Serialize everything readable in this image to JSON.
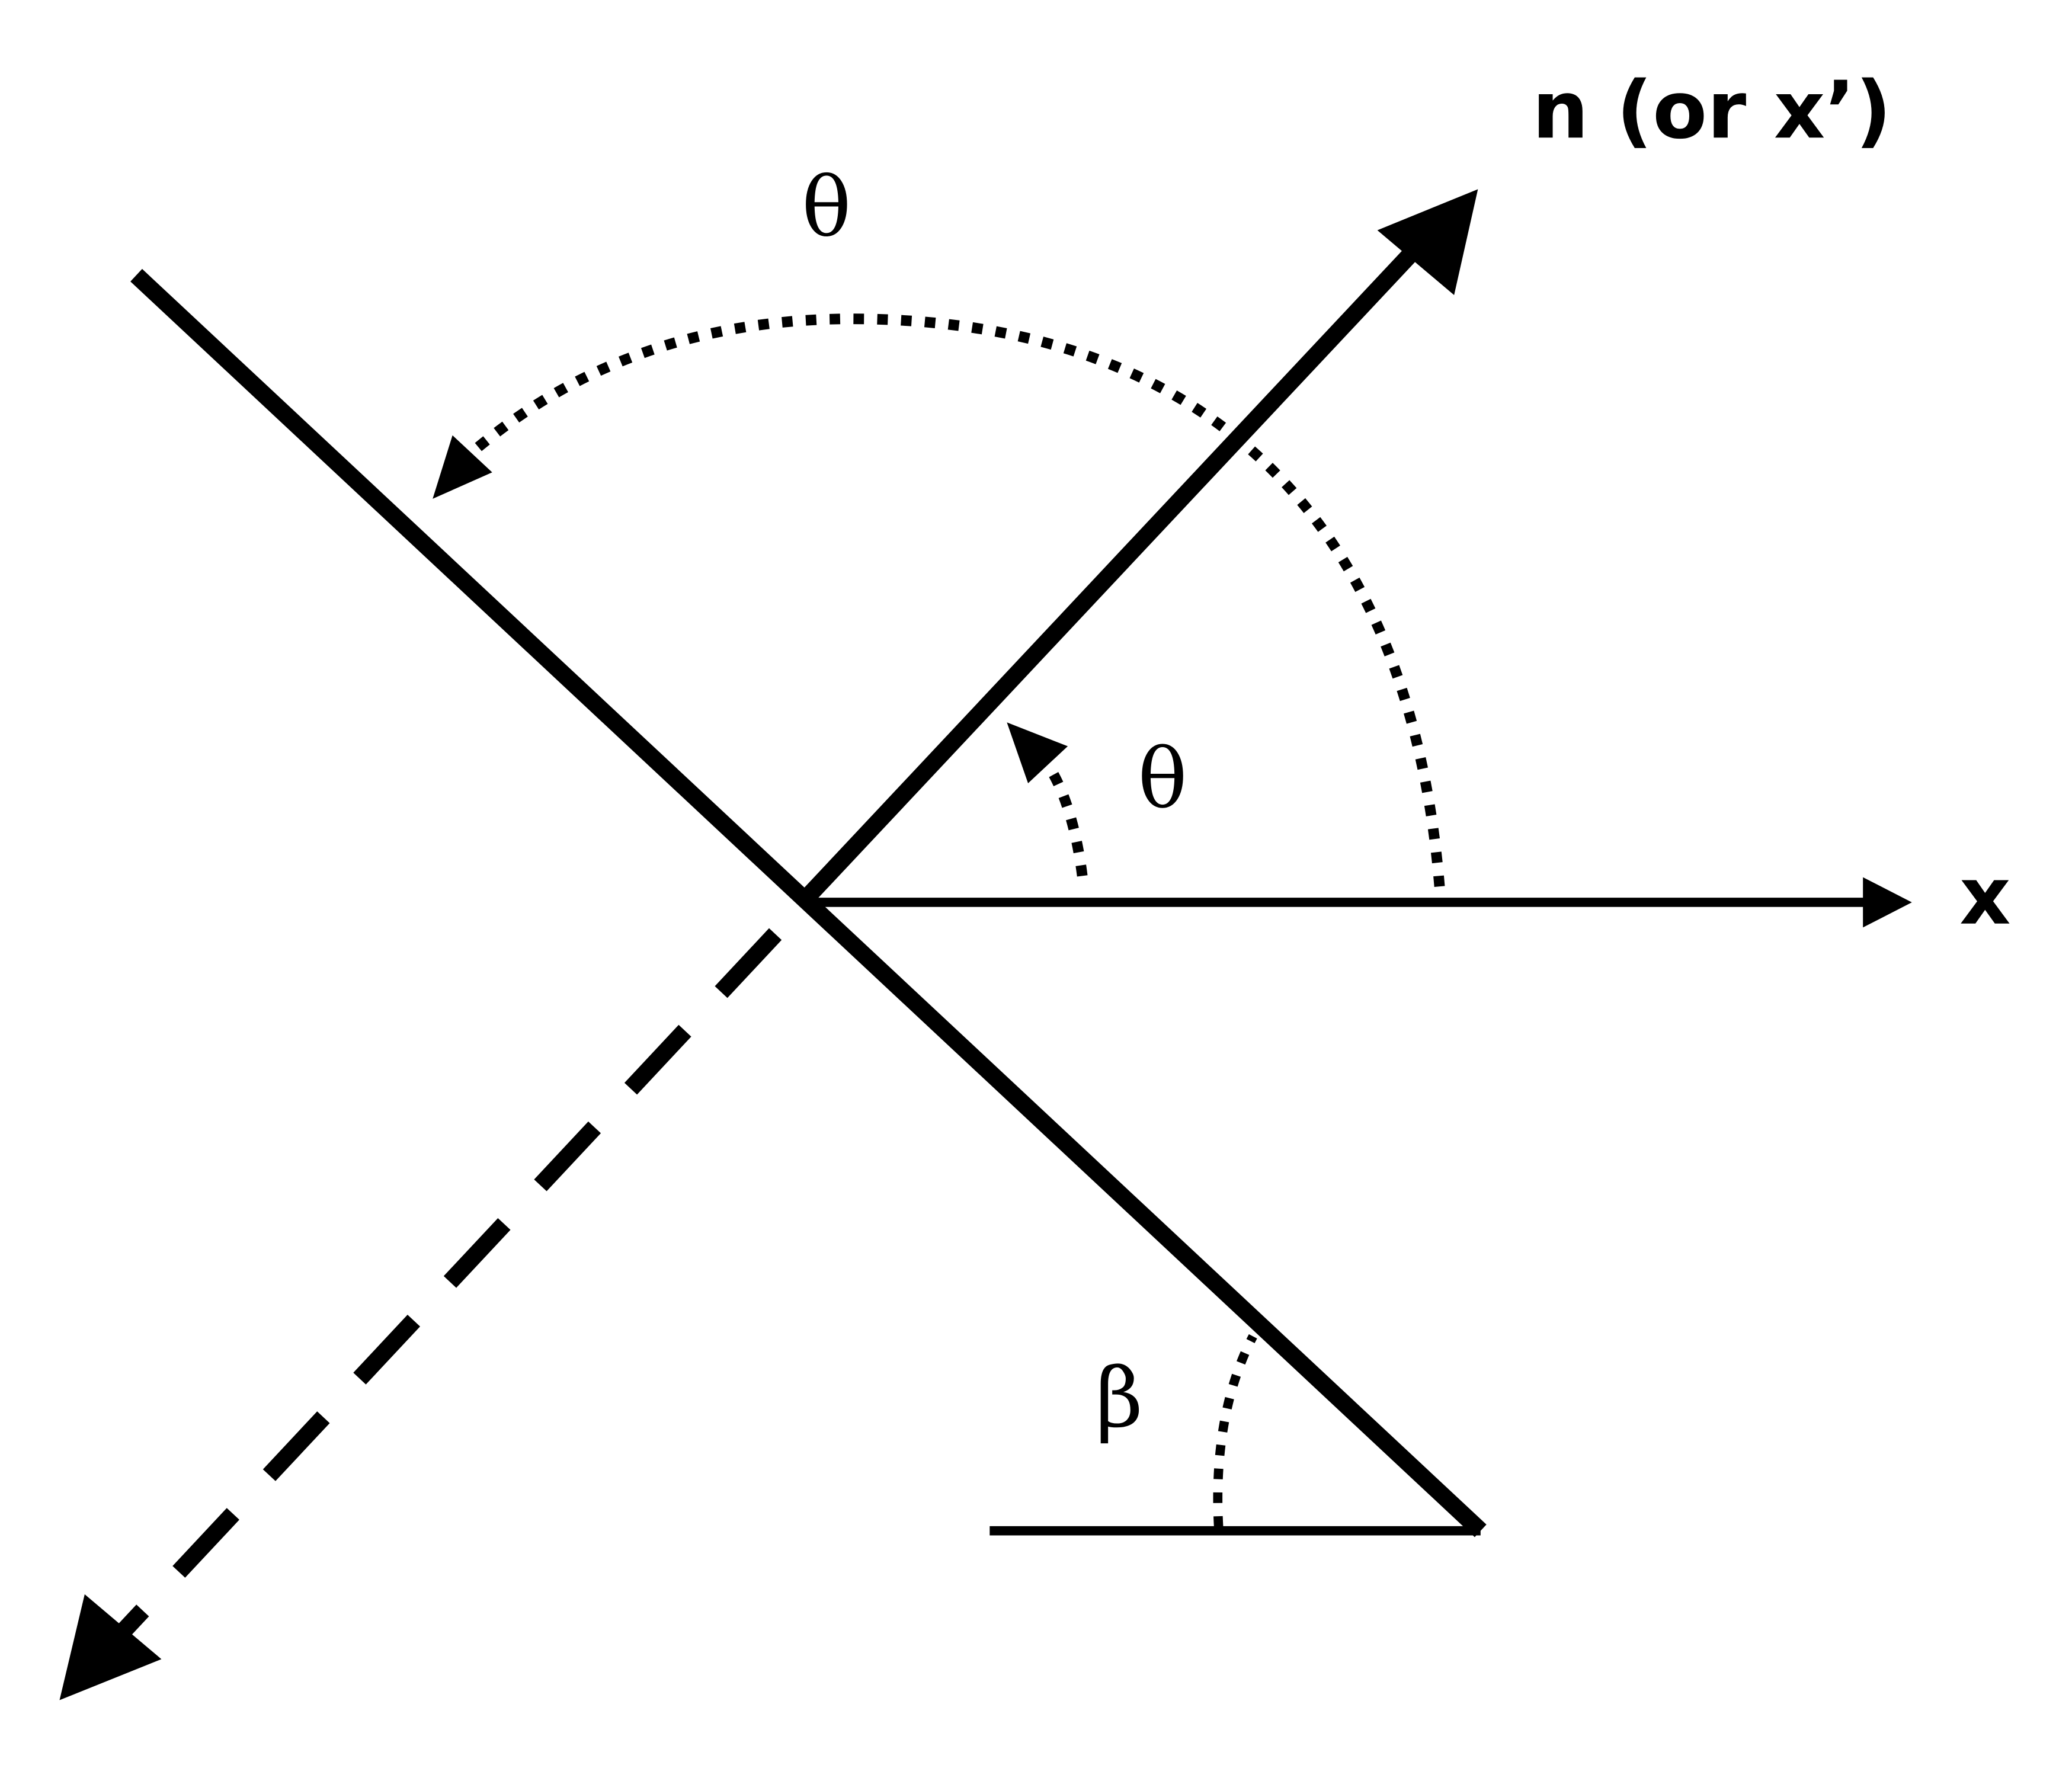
{
  "labels": {
    "normal_axis": "n (or x’)",
    "x_axis": "x",
    "theta_outer": "θ",
    "theta_inner": "θ",
    "beta": "β"
  },
  "colors": {
    "ink": "#000000",
    "background": "#ffffff"
  }
}
